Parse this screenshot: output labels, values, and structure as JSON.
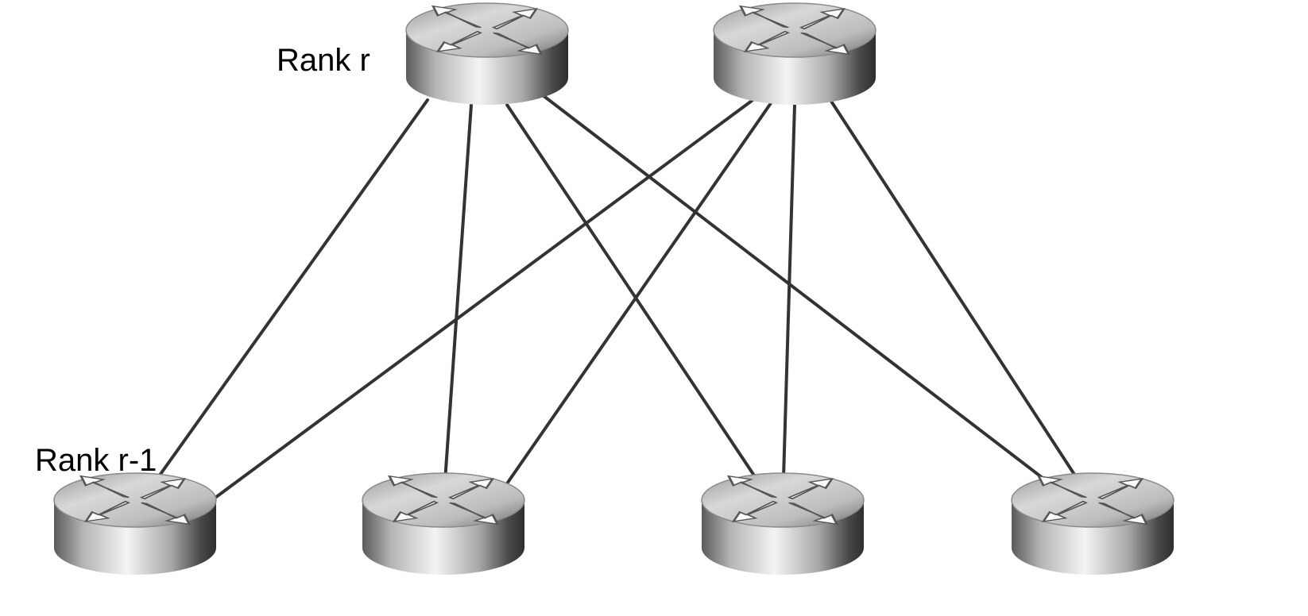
{
  "labels": {
    "top_rank": "Rank r",
    "bottom_rank": "Rank r-1"
  },
  "nodes": {
    "top": [
      {
        "id": "top-router-1",
        "icon": "router-icon"
      },
      {
        "id": "top-router-2",
        "icon": "router-icon"
      }
    ],
    "bottom": [
      {
        "id": "bottom-router-1",
        "icon": "router-icon"
      },
      {
        "id": "bottom-router-2",
        "icon": "router-icon"
      },
      {
        "id": "bottom-router-3",
        "icon": "router-icon"
      },
      {
        "id": "bottom-router-4",
        "icon": "router-icon"
      }
    ]
  },
  "links": [
    {
      "from": "top-router-1",
      "to": "bottom-router-1"
    },
    {
      "from": "top-router-1",
      "to": "bottom-router-2"
    },
    {
      "from": "top-router-1",
      "to": "bottom-router-3"
    },
    {
      "from": "top-router-1",
      "to": "bottom-router-4"
    },
    {
      "from": "top-router-2",
      "to": "bottom-router-1"
    },
    {
      "from": "top-router-2",
      "to": "bottom-router-2"
    },
    {
      "from": "top-router-2",
      "to": "bottom-router-3"
    },
    {
      "from": "top-router-2",
      "to": "bottom-router-4"
    }
  ],
  "colors": {
    "link": "#333333",
    "router_dark": "#3a3a3a",
    "router_light": "#f2f2f2"
  }
}
